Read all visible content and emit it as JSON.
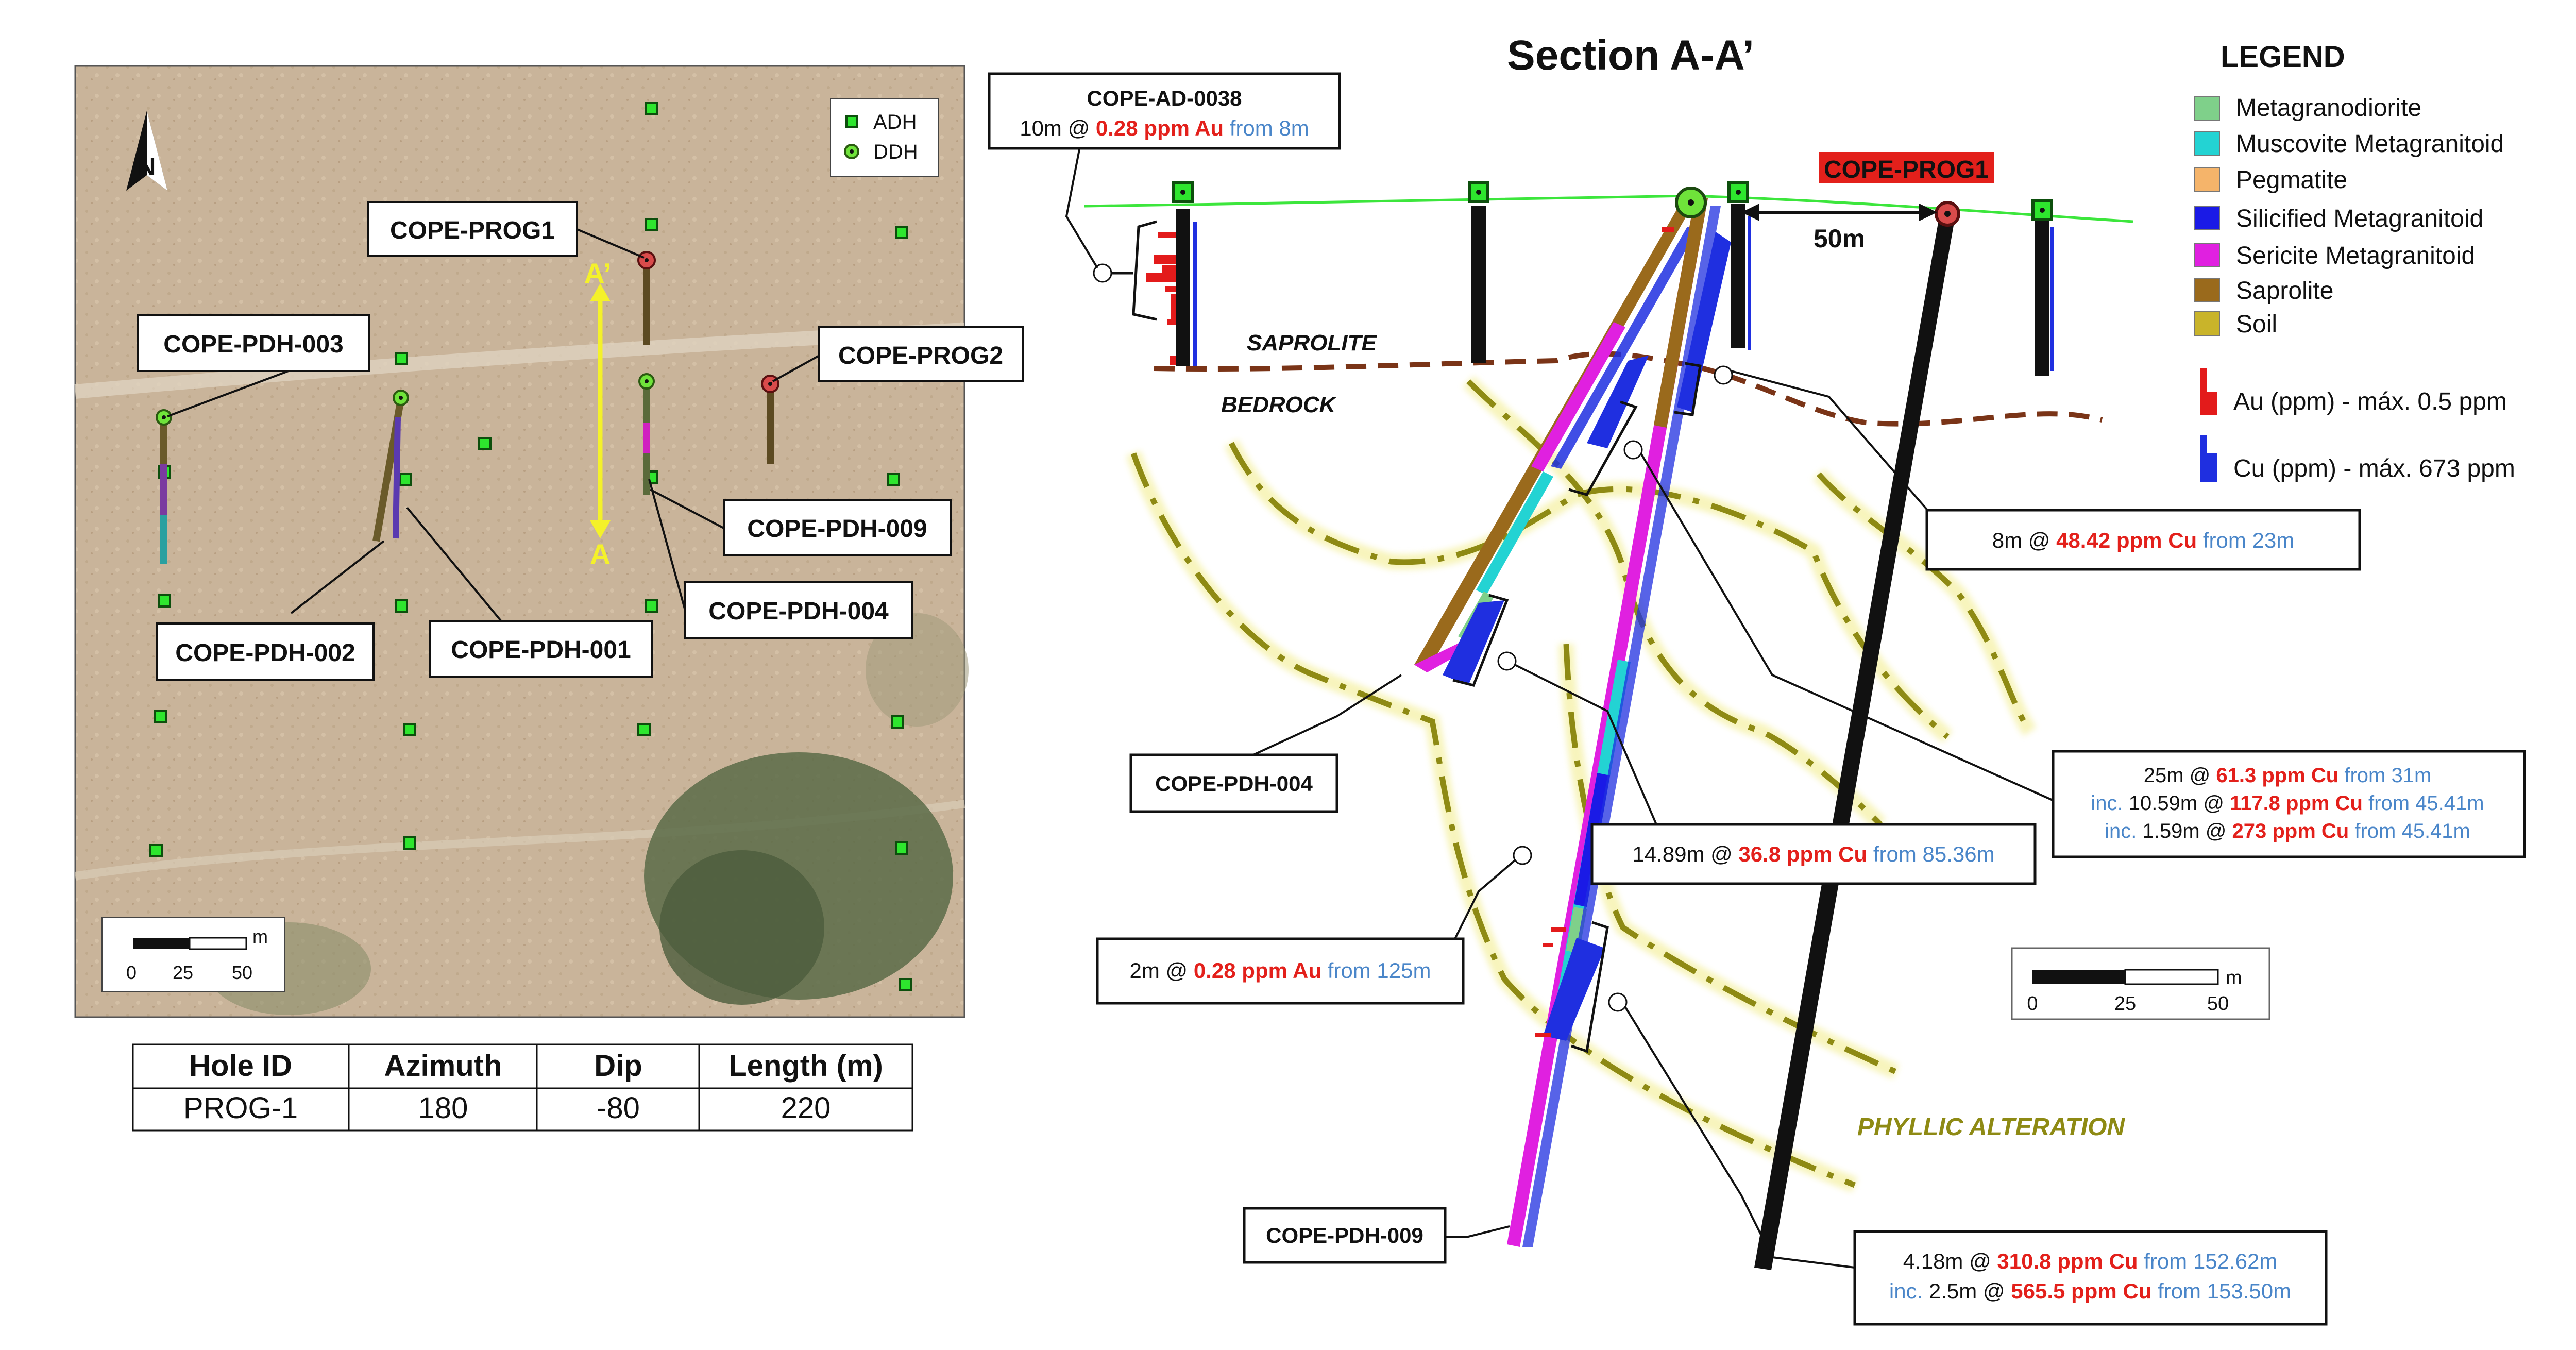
{
  "colors": {
    "metagranodiorite": "#7fd08a",
    "muscovite": "#23d3d3",
    "pegmatite": "#f5b46a",
    "silicified": "#1a1ae6",
    "sericite": "#e020e0",
    "saprolite": "#9a6a1c",
    "soil": "#c9b42a",
    "au_bar": "#e31b1b",
    "cu_bar": "#1f2fe0",
    "alteration": "#8e8a14",
    "boundary": "#7a3417",
    "topo": "#3ce63c",
    "arrow_yellow": "#f4f12a"
  },
  "plan_map": {
    "north_label": "N",
    "legend": {
      "adh": "ADH",
      "ddh": "DDH"
    },
    "section_a": "A",
    "section_a_prime": "A’",
    "hole_labels": {
      "prog1": "COPE-PROG1",
      "prog2": "COPE-PROG2",
      "pdh003": "COPE-PDH-003",
      "pdh009": "COPE-PDH-009",
      "pdh004": "COPE-PDH-004",
      "pdh002": "COPE-PDH-002",
      "pdh001": "COPE-PDH-001"
    },
    "scale": {
      "unit": "m",
      "ticks": [
        "0",
        "25",
        "50"
      ]
    }
  },
  "hole_table": {
    "headers": [
      "Hole ID",
      "Azimuth",
      "Dip",
      "Length (m)"
    ],
    "rows": [
      [
        "PROG-1",
        "180",
        "-80",
        "220"
      ]
    ]
  },
  "section": {
    "title": "Section A-A’",
    "saprolite": "SAPROLITE",
    "bedrock": "BEDROCK",
    "phyllic": "PHYLLIC ALTERATION",
    "spacing": "50m",
    "prog1_label": "COPE-PROG1",
    "scale": {
      "unit": "m",
      "ticks": [
        "0",
        "25",
        "50"
      ]
    },
    "legend": {
      "title": "LEGEND",
      "units": [
        "Metagranodiorite",
        "Muscovite Metagranitoid",
        "Pegmatite",
        "Silicified Metagranitoid",
        "Sericite Metagranitoid",
        "Saprolite",
        "Soil"
      ],
      "au": "Au (ppm) - máx. 0.5 ppm",
      "cu": "Cu (ppm) - máx. 673 ppm"
    },
    "hole_labels": {
      "pdh004": "COPE-PDH-004",
      "pdh009": "COPE-PDH-009"
    },
    "callouts": {
      "ad0038": {
        "title": "COPE-AD-0038",
        "pre": "10m @ ",
        "grade": "0.28 ppm Au",
        "from": " from 8m"
      },
      "c1": {
        "pre": "8m @ ",
        "grade": "48.42 ppm Cu",
        "from": " from 23m"
      },
      "c2": {
        "l1_pre": "25m @ ",
        "l1_grade": "61.3 ppm Cu",
        "l1_from": " from 31m",
        "l2_inc": "inc. ",
        "l2_pre": "10.59m @ ",
        "l2_grade": "117.8 ppm Cu",
        "l2_from": " from 45.41m",
        "l3_inc": "inc. ",
        "l3_pre": "1.59m @ ",
        "l3_grade": "273 ppm Cu",
        "l3_from": " from 45.41m"
      },
      "c3": {
        "pre": "14.89m @ ",
        "grade": "36.8 ppm Cu",
        "from": " from 85.36m"
      },
      "c4": {
        "pre": "2m @ ",
        "grade": "0.28 ppm Au",
        "from": " from 125m"
      },
      "c5": {
        "l1_pre": "4.18m @ ",
        "l1_grade": "310.8 ppm Cu",
        "l1_from": " from 152.62m",
        "l2_inc": "inc. ",
        "l2_pre": "2.5m @ ",
        "l2_grade": "565.5 ppm Cu",
        "l2_from": " from 153.50m"
      }
    }
  }
}
